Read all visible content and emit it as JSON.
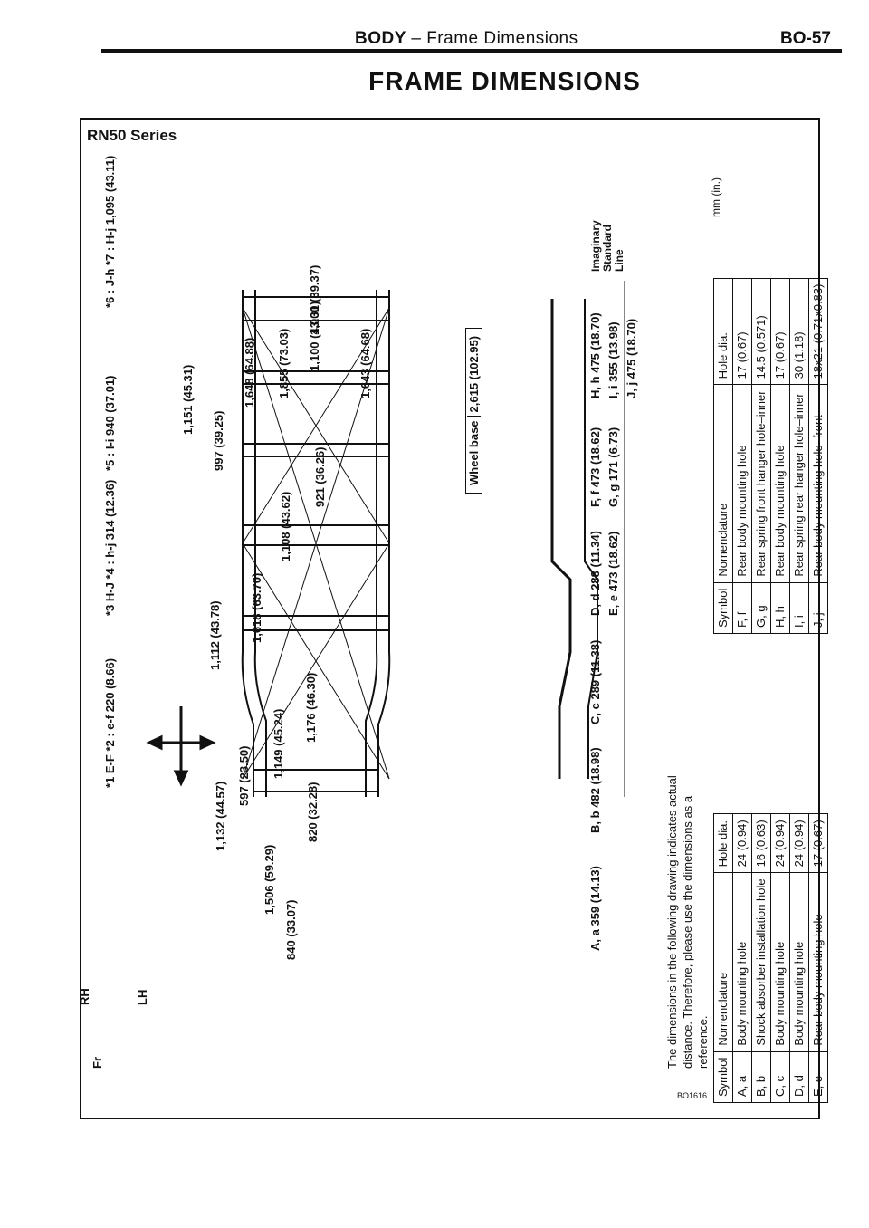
{
  "header": {
    "section": "BODY",
    "subsection": "– Frame Dimensions",
    "page_number": "BO-57"
  },
  "title": "FRAME DIMENSIONS",
  "series": "RN50 Series",
  "figure_code": "BO1616",
  "unit_note": "mm (in.)",
  "notes": {
    "n1": "*1 E-F  *2 : e-f  220 (8.66)",
    "n3": "*3 H-J  *4 : h-j  314 (12.36)",
    "n5": "*5 : I-i  940 (37.01)",
    "n6": "*6 : J-h  *7 : H-j  1,095 (43.11)"
  },
  "direction": {
    "rh": "RH",
    "lh": "LH",
    "fr": "Fr"
  },
  "wheel_base": {
    "label": "Wheel base",
    "value": "2,615 (102.95)"
  },
  "imaginary_line": {
    "l1": "Imaginary",
    "l2": "Standard",
    "l3": "Line"
  },
  "disclaimer": "The dimensions in the following drawing indicates actual distance. Therefore, please use the dimensions as a reference.",
  "heights": [
    {
      "sym": "A, a",
      "val": "359",
      "in": "(14.13)"
    },
    {
      "sym": "B, b",
      "val": "482",
      "in": "(18.98)"
    },
    {
      "sym": "C, c",
      "val": "289",
      "in": "(11.38)"
    },
    {
      "sym": "D, d",
      "val": "288",
      "in": "(11.34)"
    },
    {
      "sym": "E, e",
      "val": "473",
      "in": "(18.62)"
    },
    {
      "sym": "F, f",
      "val": "473",
      "in": "(18.62)"
    },
    {
      "sym": "G, g",
      "val": "171",
      "in": "(6.73)"
    },
    {
      "sym": "H, h",
      "val": "475",
      "in": "(18.70)"
    },
    {
      "sym": "I, i",
      "val": "355",
      "in": "(13.98)"
    },
    {
      "sym": "J, j",
      "val": "475",
      "in": "(18.70)"
    }
  ],
  "plan_dims": [
    "1,132 (44.57)",
    "597 (23.50)",
    "1,506 (59.29)",
    "840 (33.07)",
    "820 (32.28)",
    "1,149 (45.24)",
    "1,176 (46.30)",
    "1,112 (43.78)",
    "1,618 (63.70)",
    "1,108 (43.62)",
    "921 (36.26)",
    "997 (39.25)",
    "1,648 (64.88)",
    "1,855 (73.03)",
    "1,100 (43.31)",
    "1,000 (39.37)",
    "1,151 (45.31)",
    "1,643 (64.68)"
  ],
  "table_left": {
    "headers": {
      "symbol": "Symbol",
      "nomenclature": "Nomenclature",
      "hole": "Hole dia."
    },
    "rows": [
      {
        "symbol": "A, a",
        "nomenclature": "Body mounting hole",
        "hole": "24 (0.94)"
      },
      {
        "symbol": "B, b",
        "nomenclature": "Shock absorber installation hole",
        "hole": "16 (0.63)"
      },
      {
        "symbol": "C, c",
        "nomenclature": "Body mounting hole",
        "hole": "24 (0.94)"
      },
      {
        "symbol": "D, d",
        "nomenclature": "Body mounting hole",
        "hole": "24 (0.94)"
      },
      {
        "symbol": "E, e",
        "nomenclature": "Rear body mounting hole",
        "hole": "17 (0.67)"
      }
    ]
  },
  "table_right": {
    "headers": {
      "symbol": "Symbol",
      "nomenclature": "Nomenclature",
      "hole": "Hole dia."
    },
    "rows": [
      {
        "symbol": "F, f",
        "nomenclature": "Rear body mounting hole",
        "hole": "17 (0.67)"
      },
      {
        "symbol": "G, g",
        "nomenclature": "Rear spring front hanger hole–inner",
        "hole": "14.5 (0.571)"
      },
      {
        "symbol": "H, h",
        "nomenclature": "Rear body mounting hole",
        "hole": "17 (0.67)"
      },
      {
        "symbol": "I, i",
        "nomenclature": "Rear spring rear hanger hole–inner",
        "hole": "30 (1.18)"
      },
      {
        "symbol": "J, j",
        "nomenclature": "Rear body mounting hole–front",
        "hole": "18x21 (0.71x0.83)"
      }
    ]
  }
}
